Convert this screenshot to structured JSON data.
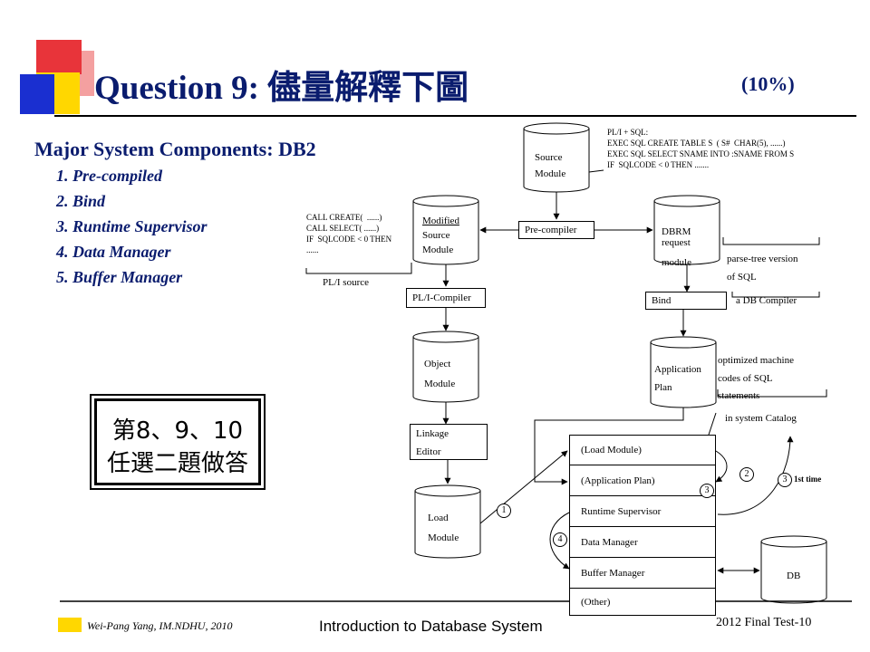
{
  "title": {
    "text": "Question 9: 儘量解釋下圖",
    "points": "(10%)"
  },
  "subheading": "Major System Components: DB2",
  "components": [
    "1.  Pre-compiled",
    "2.  Bind",
    "3.  Runtime Supervisor",
    "4.  Data Manager",
    "5.  Buffer Manager"
  ],
  "callout": {
    "line1": "第8、9、10",
    "line2": "任選二題做答"
  },
  "diagram": {
    "source_module": [
      "Source",
      "Module"
    ],
    "source_sql": "PL/I + SQL:\nEXEC SQL CREATE TABLE S  ( S#  CHAR(5), ......)\nEXEC SQL SELECT SNAME INTO :SNAME FROM S\nIF  SQLCODE < 0 THEN .......",
    "modified_source": [
      "Modified",
      "Source",
      "Module"
    ],
    "modified_code": "CALL CREATE(  ......)\nCALL SELECT( ......)\nIF  SQLCODE < 0 THEN\n......",
    "pl1_source_label": "PL/I source",
    "precompiler": "Pre-compiler",
    "dbrm": [
      "DBRM",
      "request",
      "module"
    ],
    "parse_tree": [
      "parse-tree version",
      "of  SQL"
    ],
    "pl1_compiler": "PL/I-Compiler",
    "bind": "Bind",
    "db_compiler": "a DB Compiler",
    "object_module": [
      "Object",
      "Module"
    ],
    "application_plan": [
      "Application",
      "Plan"
    ],
    "optimized": [
      "optimized machine",
      "codes of SQL",
      "statements"
    ],
    "system_catalog": "in system Catalog",
    "linkage_editor": [
      "Linkage",
      "Editor"
    ],
    "load_module": [
      "Load",
      "Module"
    ],
    "runtime_stack": [
      "(Load Module)",
      "(Application Plan)",
      "Runtime Supervisor",
      "Data Manager",
      "Buffer Manager",
      "(Other)"
    ],
    "db_label": "DB",
    "markers": [
      "1",
      "2",
      "3",
      "3",
      "4"
    ],
    "first_time": "1st time"
  },
  "footer": {
    "author": "Wei-Pang Yang, IM.NDHU, 2010",
    "course": "Introduction to Database System",
    "test": "2012 Final Test-10"
  },
  "colors": {
    "title": "#0a1c6e",
    "deco_red": "#e02020",
    "deco_pink": "#f4a0a0",
    "deco_yellow": "#ffd700",
    "deco_blue": "#1a2fd0",
    "footer_yellow": "#ffd700"
  }
}
